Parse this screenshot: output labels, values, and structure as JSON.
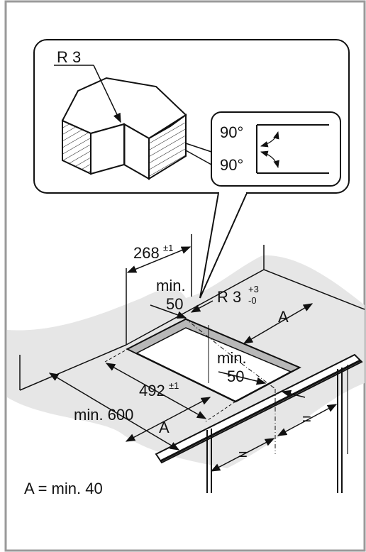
{
  "detail": {
    "radius_label": "R 3",
    "angle_top": "90°",
    "angle_bottom": "90°"
  },
  "dims": {
    "depth": "268",
    "depth_tol": "±1",
    "min_back": "min.",
    "min_back_val": "50",
    "corner_radius": "R 3",
    "corner_tol_plus": "+3",
    "corner_tol_minus": "-0",
    "side_a_top": "A",
    "min_front": "min.",
    "min_front_val": "50",
    "width": "492",
    "width_tol": "±1",
    "min_width": "min. 600",
    "side_a_bottom": "A",
    "equal_1": "=",
    "equal_2": "="
  },
  "legend": "A = min. 40",
  "colors": {
    "frame": "#9a9a9a",
    "line": "#111111",
    "shadow": "#e6e6e6",
    "trim": "#b8b8b8"
  }
}
